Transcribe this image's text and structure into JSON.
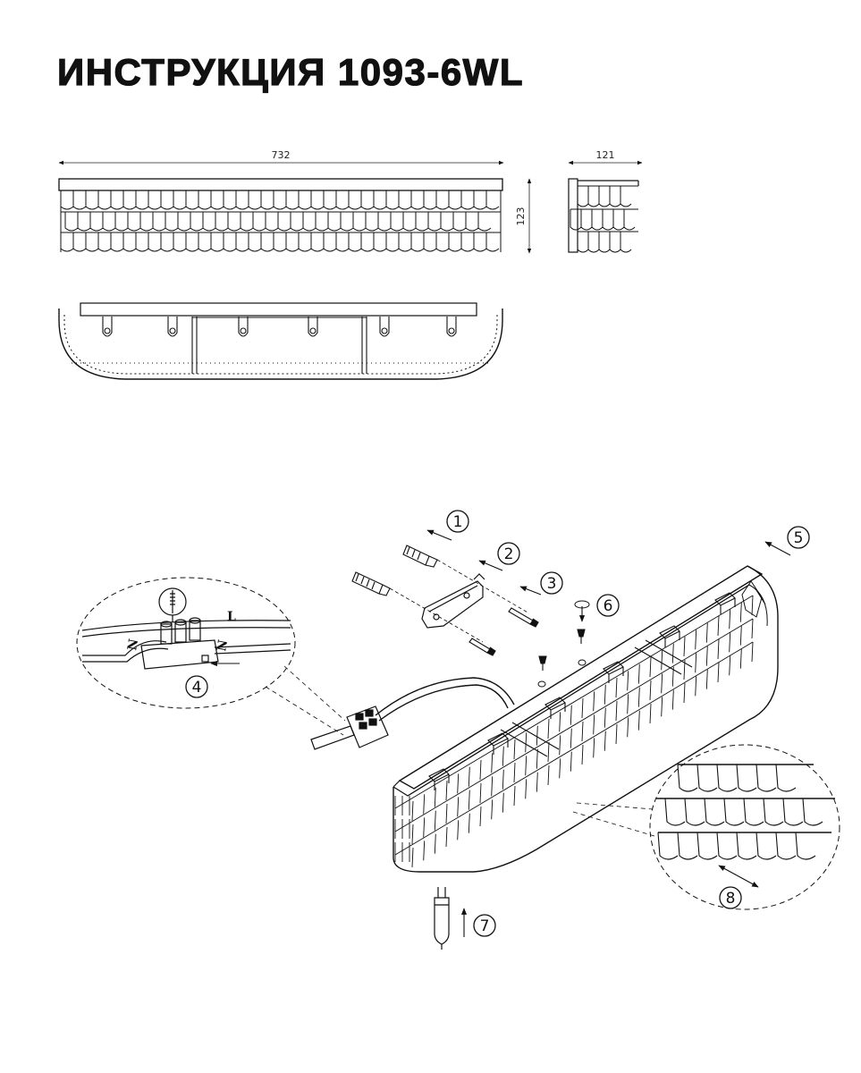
{
  "title": "ИНСТРУКЦИЯ 1093-6WL",
  "dimensions": {
    "length": "732",
    "depth": "121",
    "height": "123"
  },
  "steps": [
    "1",
    "2",
    "3",
    "4",
    "5",
    "6",
    "7",
    "8"
  ],
  "wiring_labels": {
    "live": "L",
    "neutral_left": "N",
    "neutral_right": "N"
  },
  "colors": {
    "ink": "#111111",
    "paper": "#ffffff"
  },
  "icons": [
    "arrow-icon",
    "rotate-icon",
    "bulb-icon",
    "screw-icon",
    "dowel-icon",
    "bracket-icon",
    "connector-icon"
  ]
}
